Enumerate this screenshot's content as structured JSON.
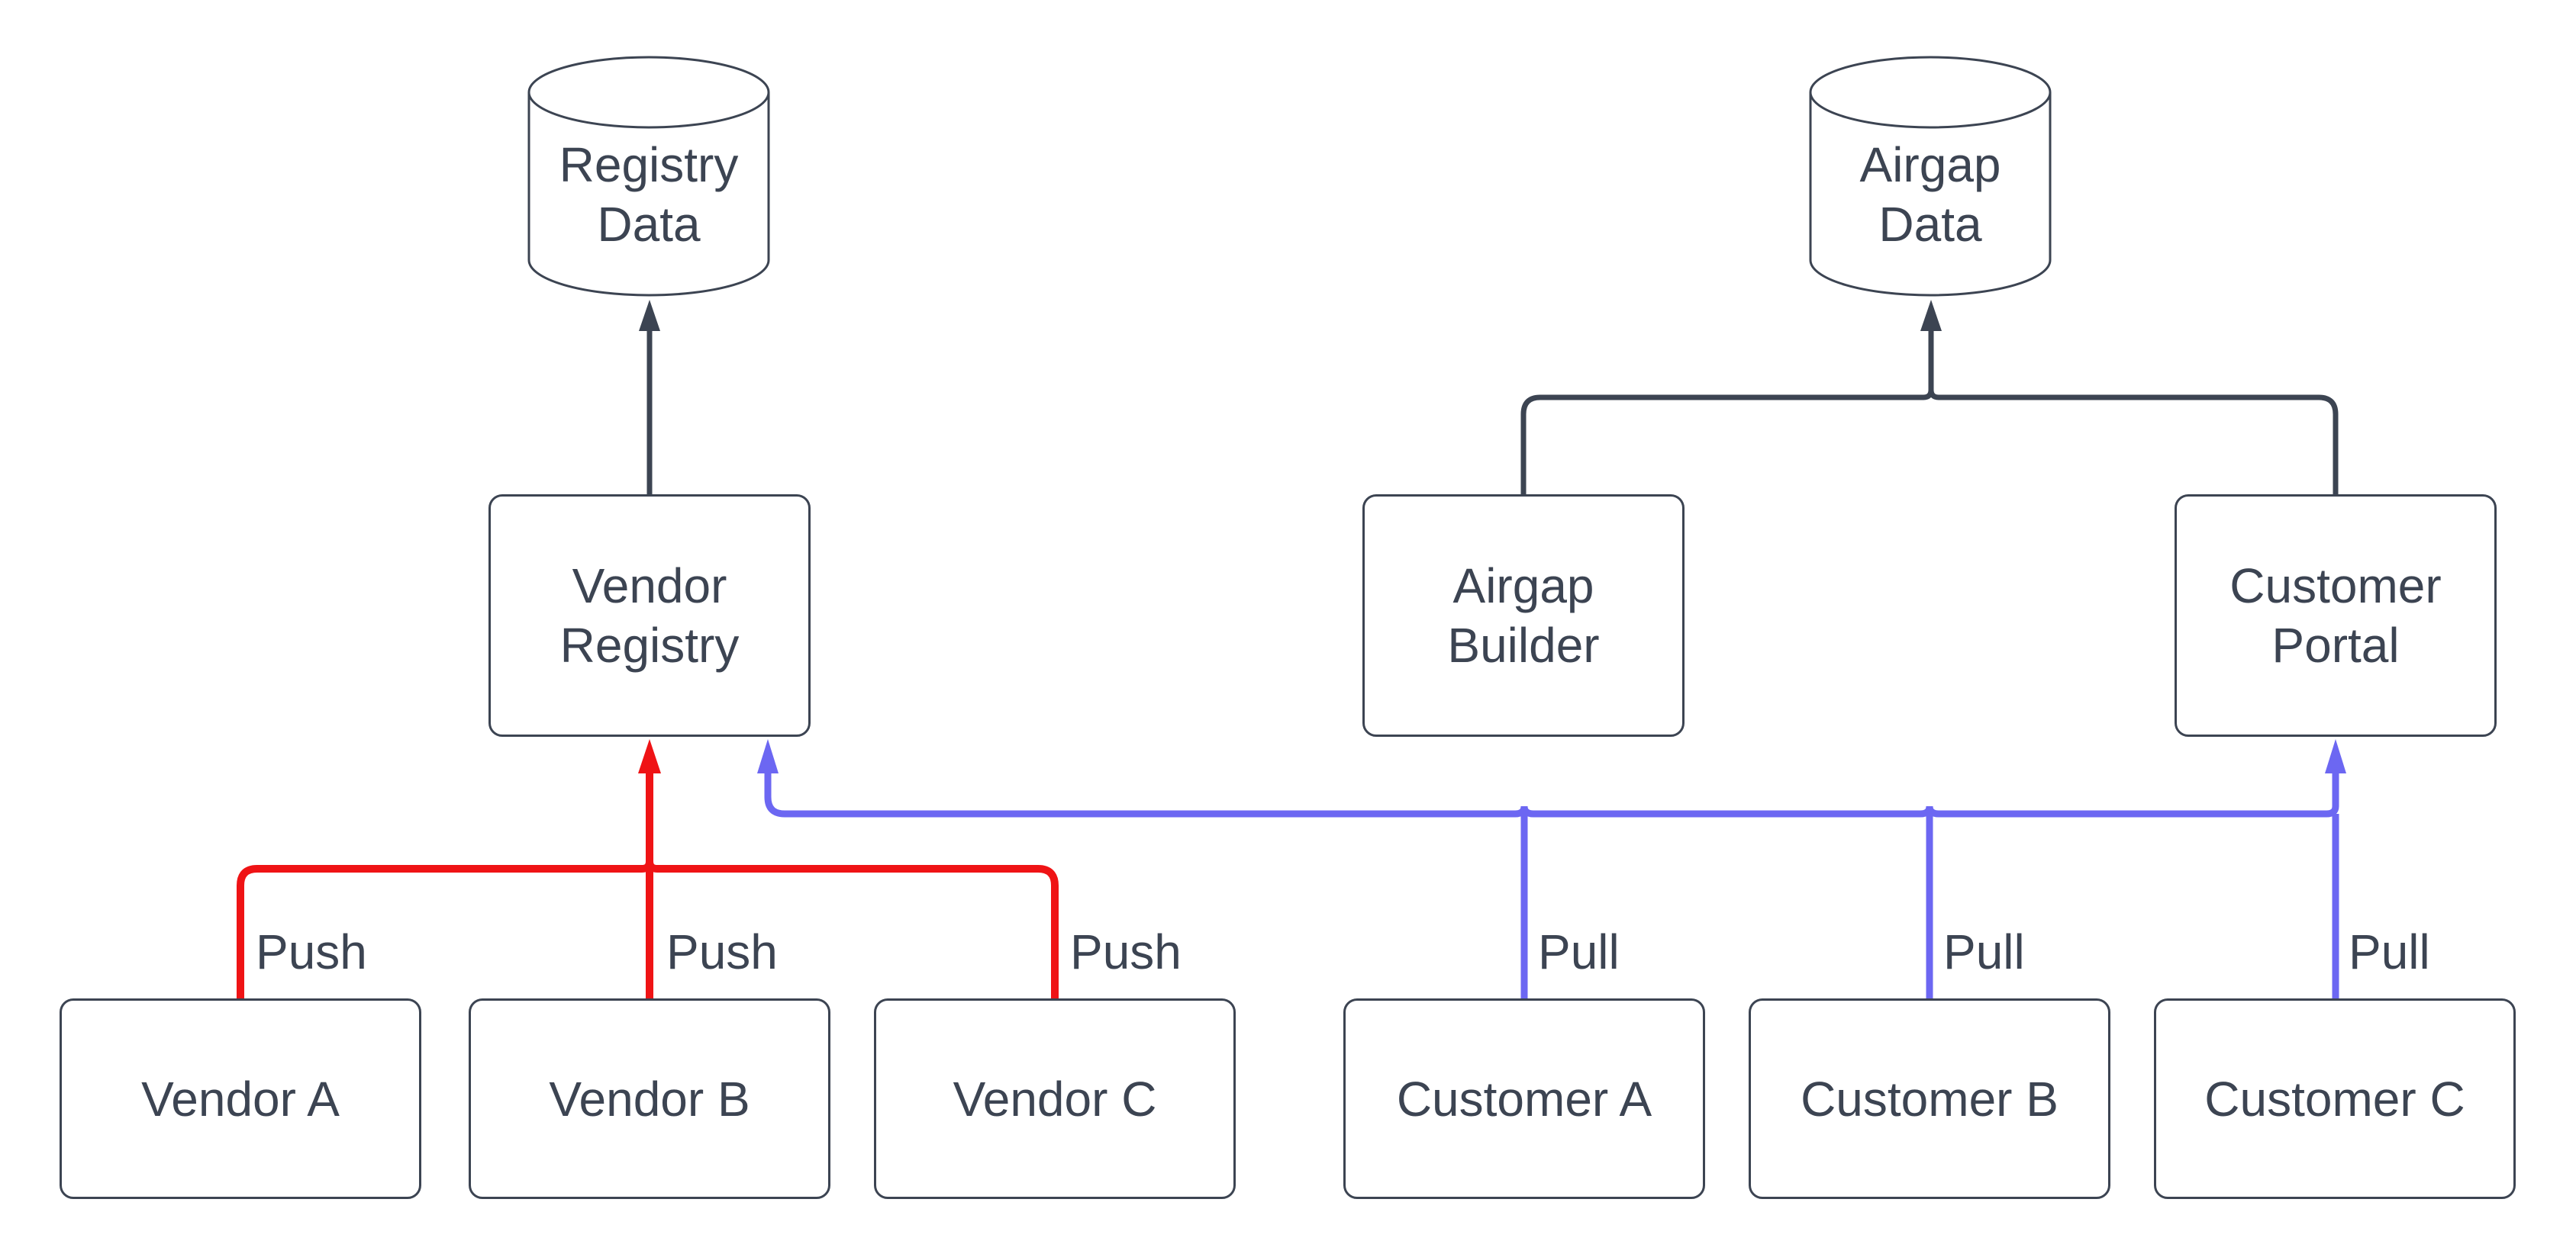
{
  "diagram": {
    "background_color": "#ffffff",
    "palette": {
      "node_stroke": "#3c4452",
      "text": "#3c4452",
      "push_edge_red": "#ef1315",
      "pull_edge_blue": "#6c67f2",
      "storage_edge_dark": "#3c4452"
    },
    "databases": {
      "registry_data": {
        "line1": "Registry",
        "line2": "Data"
      },
      "airgap_data": {
        "line1": "Airgap",
        "line2": "Data"
      }
    },
    "services": {
      "vendor_registry": {
        "line1": "Vendor",
        "line2": "Registry"
      },
      "airgap_builder": {
        "line1": "Airgap",
        "line2": "Builder"
      },
      "customer_portal": {
        "line1": "Customer",
        "line2": "Portal"
      }
    },
    "vendors": {
      "vendor_a": {
        "label": "Vendor A"
      },
      "vendor_b": {
        "label": "Vendor B"
      },
      "vendor_c": {
        "label": "Vendor C"
      }
    },
    "customers": {
      "customer_a": {
        "label": "Customer A"
      },
      "customer_b": {
        "label": "Customer B"
      },
      "customer_c": {
        "label": "Customer C"
      }
    },
    "edge_labels": {
      "push": "Push",
      "pull": "Pull"
    }
  }
}
